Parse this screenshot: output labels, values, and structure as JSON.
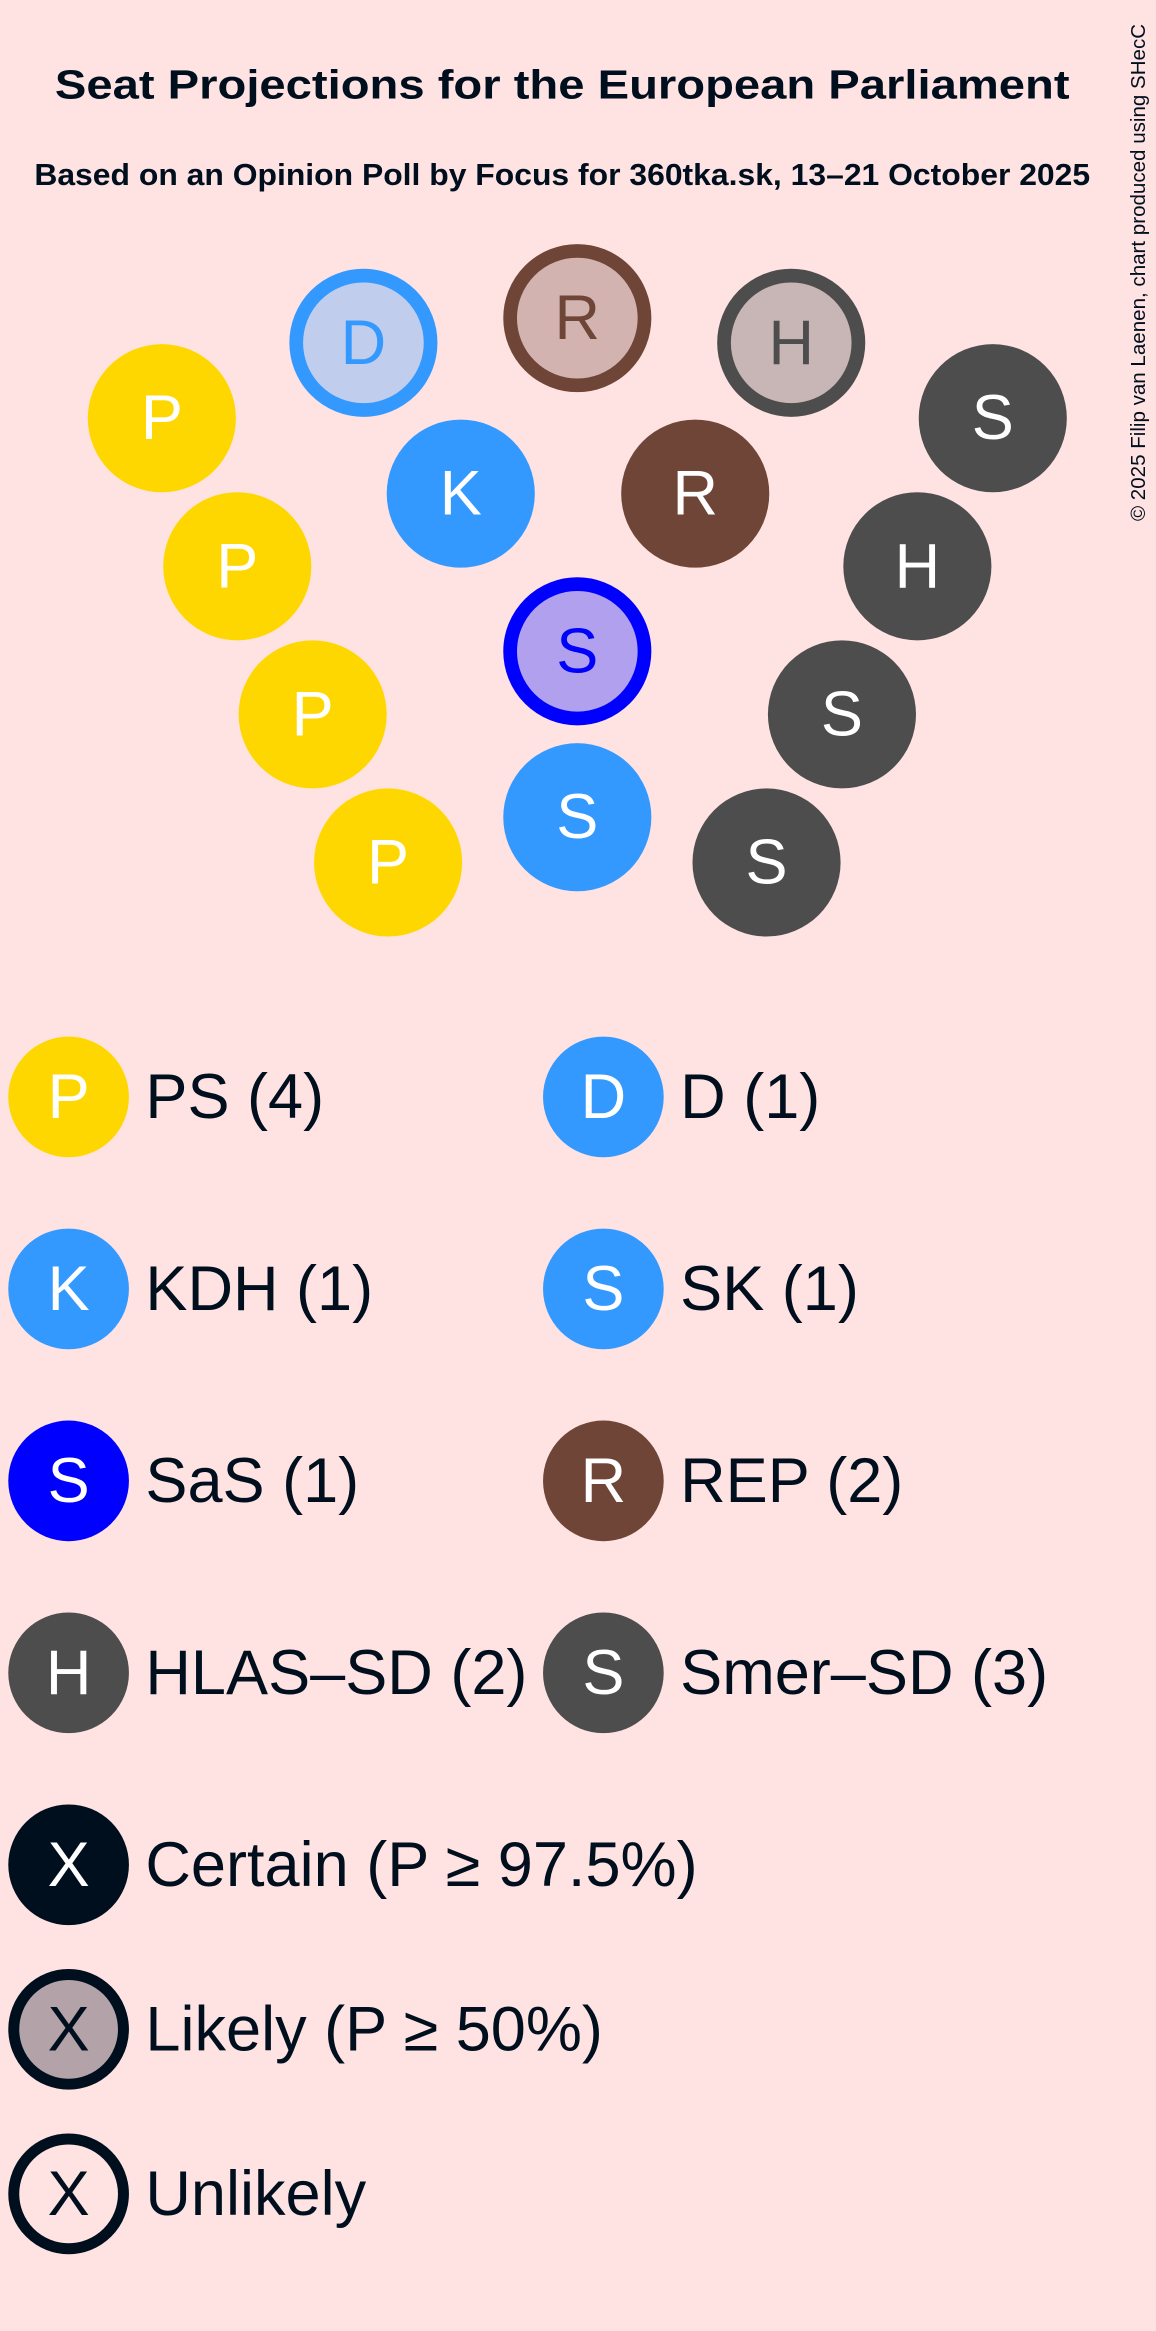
{
  "chart_data": {
    "type": "parliament",
    "title": "Seat Projections for the European Parliament",
    "subtitle": "Based on an Opinion Poll by Focus for 360tka.sk, 13–21 October 2025",
    "copyright": "© 2025 Filip van Laenen, chart produced using SHecC",
    "parties": [
      {
        "name": "PS",
        "letter": "P",
        "seats": 4,
        "color": "#FFD700",
        "label": "PS (4)"
      },
      {
        "name": "D",
        "letter": "D",
        "seats": 1,
        "color": "#3399FF",
        "label": "D (1)"
      },
      {
        "name": "KDH",
        "letter": "K",
        "seats": 1,
        "color": "#3399FF",
        "label": "KDH (1)"
      },
      {
        "name": "SK",
        "letter": "S",
        "seats": 1,
        "color": "#3399FF",
        "label": "SK (1)"
      },
      {
        "name": "SaS",
        "letter": "S",
        "seats": 1,
        "color": "#0000FF",
        "label": "SaS (1)"
      },
      {
        "name": "REP",
        "letter": "R",
        "seats": 2,
        "color": "#6E4537",
        "label": "REP (2)"
      },
      {
        "name": "HLAS–SD",
        "letter": "H",
        "seats": 2,
        "color": "#4D4D4D",
        "label": "HLAS–SD (2)"
      },
      {
        "name": "Smer–SD",
        "letter": "S",
        "seats": 3,
        "color": "#4D4D4D",
        "label": "Smer–SD (3)"
      }
    ],
    "seats": [
      {
        "party": "PS",
        "status": "certain"
      },
      {
        "party": "PS",
        "status": "certain"
      },
      {
        "party": "PS",
        "status": "certain"
      },
      {
        "party": "PS",
        "status": "certain"
      },
      {
        "party": "D",
        "status": "likely",
        "light": "#C0CDEC"
      },
      {
        "party": "KDH",
        "status": "certain"
      },
      {
        "party": "REP",
        "status": "likely",
        "light": "#D3B3B0"
      },
      {
        "party": "REP",
        "status": "certain"
      },
      {
        "party": "SaS",
        "status": "likely",
        "light": "#B0A0EE"
      },
      {
        "party": "SK",
        "status": "certain"
      },
      {
        "party": "HLAS–SD",
        "status": "likely",
        "light": "#C8B6B6"
      },
      {
        "party": "HLAS–SD",
        "status": "certain"
      },
      {
        "party": "Smer–SD",
        "status": "certain"
      },
      {
        "party": "Smer–SD",
        "status": "certain"
      },
      {
        "party": "Smer–SD",
        "status": "certain"
      }
    ],
    "status_legend": [
      {
        "letter": "X",
        "label": "Certain (P ≥ 97.5%)",
        "style": "certain"
      },
      {
        "letter": "X",
        "label": "Likely (P ≥ 50%)",
        "style": "likely"
      },
      {
        "letter": "X",
        "label": "Unlikely",
        "style": "unlikely"
      }
    ],
    "text_color": "#000F1E",
    "background": "#FFE2E2"
  }
}
